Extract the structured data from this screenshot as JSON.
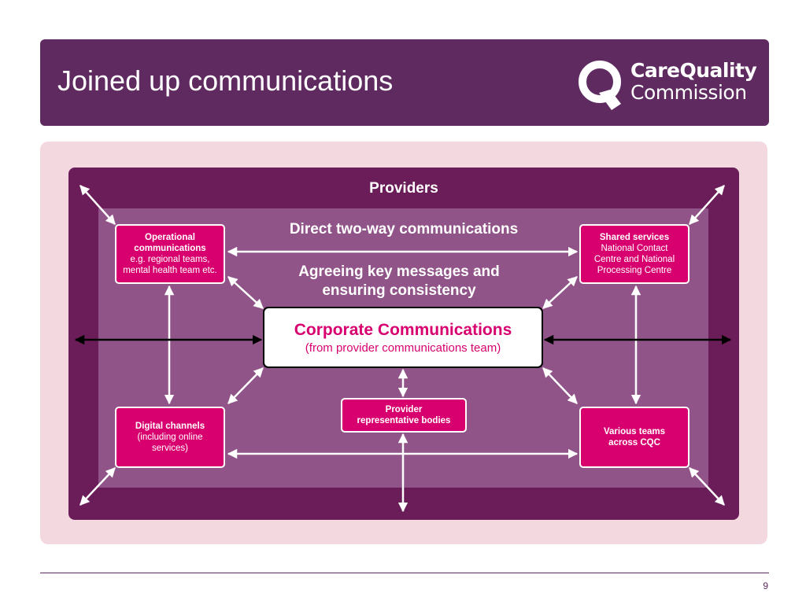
{
  "header": {
    "title": "Joined up communications",
    "logo_line1": "CareQuality",
    "logo_line2": "Commission"
  },
  "diagram": {
    "providers_label": "Providers",
    "direct_label": "Direct two-way communications",
    "agreeing_line1": "Agreeing key messages and",
    "agreeing_line2": "ensuring consistency",
    "center": {
      "title": "Corporate Communications",
      "subtitle": "(from provider communications team)"
    },
    "operational": {
      "line1": "Operational",
      "line2": "communications",
      "line3": "e.g. regional teams,",
      "line4": "mental health team etc."
    },
    "shared": {
      "line1": "Shared services",
      "line2": "National Contact",
      "line3": "Centre and National",
      "line4": "Processing Centre"
    },
    "digital": {
      "line1": "Digital channels",
      "line2": "(including online",
      "line3": "services)"
    },
    "various": {
      "line1": "Various teams",
      "line2": "across CQC"
    },
    "provider_rep": {
      "line1": "Provider",
      "line2": "representative bodies"
    }
  },
  "colors": {
    "header_bg": "#5e2a60",
    "panel_bg": "#f4d8e0",
    "outer_box": "#6b1d5a",
    "inner_box": "#915488",
    "accent_magenta": "#d8006f"
  },
  "footer": {
    "page_number": "9"
  }
}
